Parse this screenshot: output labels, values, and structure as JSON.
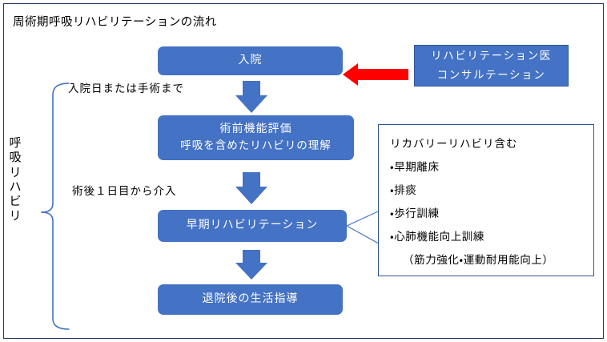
{
  "page": {
    "title": "周術期呼吸リハビリテーションの流れ",
    "border_color": "#1f3864",
    "background": "#ffffff"
  },
  "colors": {
    "box_blue": "#4472c4",
    "box_border_blue": "#2f5597",
    "arrow_blue": "#4472c4",
    "arrow_red": "#ff0000",
    "connector_blue": "#4472c4",
    "brace_blue": "#4472c4",
    "text_dark": "#000000",
    "text_on_blue": "#ffffff"
  },
  "flow": {
    "steps": [
      {
        "id": "admission",
        "line1": "入院",
        "line2": ""
      },
      {
        "id": "preop-assessment",
        "line1": "術前機能評価",
        "line2": "呼吸を含めたリハビリの理解"
      },
      {
        "id": "early-rehab",
        "line1": "早期リハビリテーション",
        "line2": ""
      },
      {
        "id": "post-discharge",
        "line1": "退院後の生活指導",
        "line2": ""
      }
    ],
    "arrow_icons": [
      "down-arrow-icon",
      "down-arrow-icon",
      "down-arrow-icon"
    ]
  },
  "consultation": {
    "line1": "リハビリテーション医",
    "line2": "コンサルテーション",
    "arrow_icon": "left-arrow-icon"
  },
  "notes": {
    "heading": "リカバリーリハビリ含む",
    "items": [
      "・早期離床",
      "・排痰",
      "・歩行訓練",
      "・心肺機能向上訓練"
    ],
    "sub_item": "（筋力強化・運動耐用能向上）"
  },
  "phase_labels": {
    "preop": "入院日または手術まで",
    "postop": "術後１日目から介入"
  },
  "side_label": {
    "characters": [
      "呼",
      "吸",
      "リ",
      "ハ",
      "ビ",
      "リ"
    ],
    "brace_icon": "curly-brace-icon"
  }
}
